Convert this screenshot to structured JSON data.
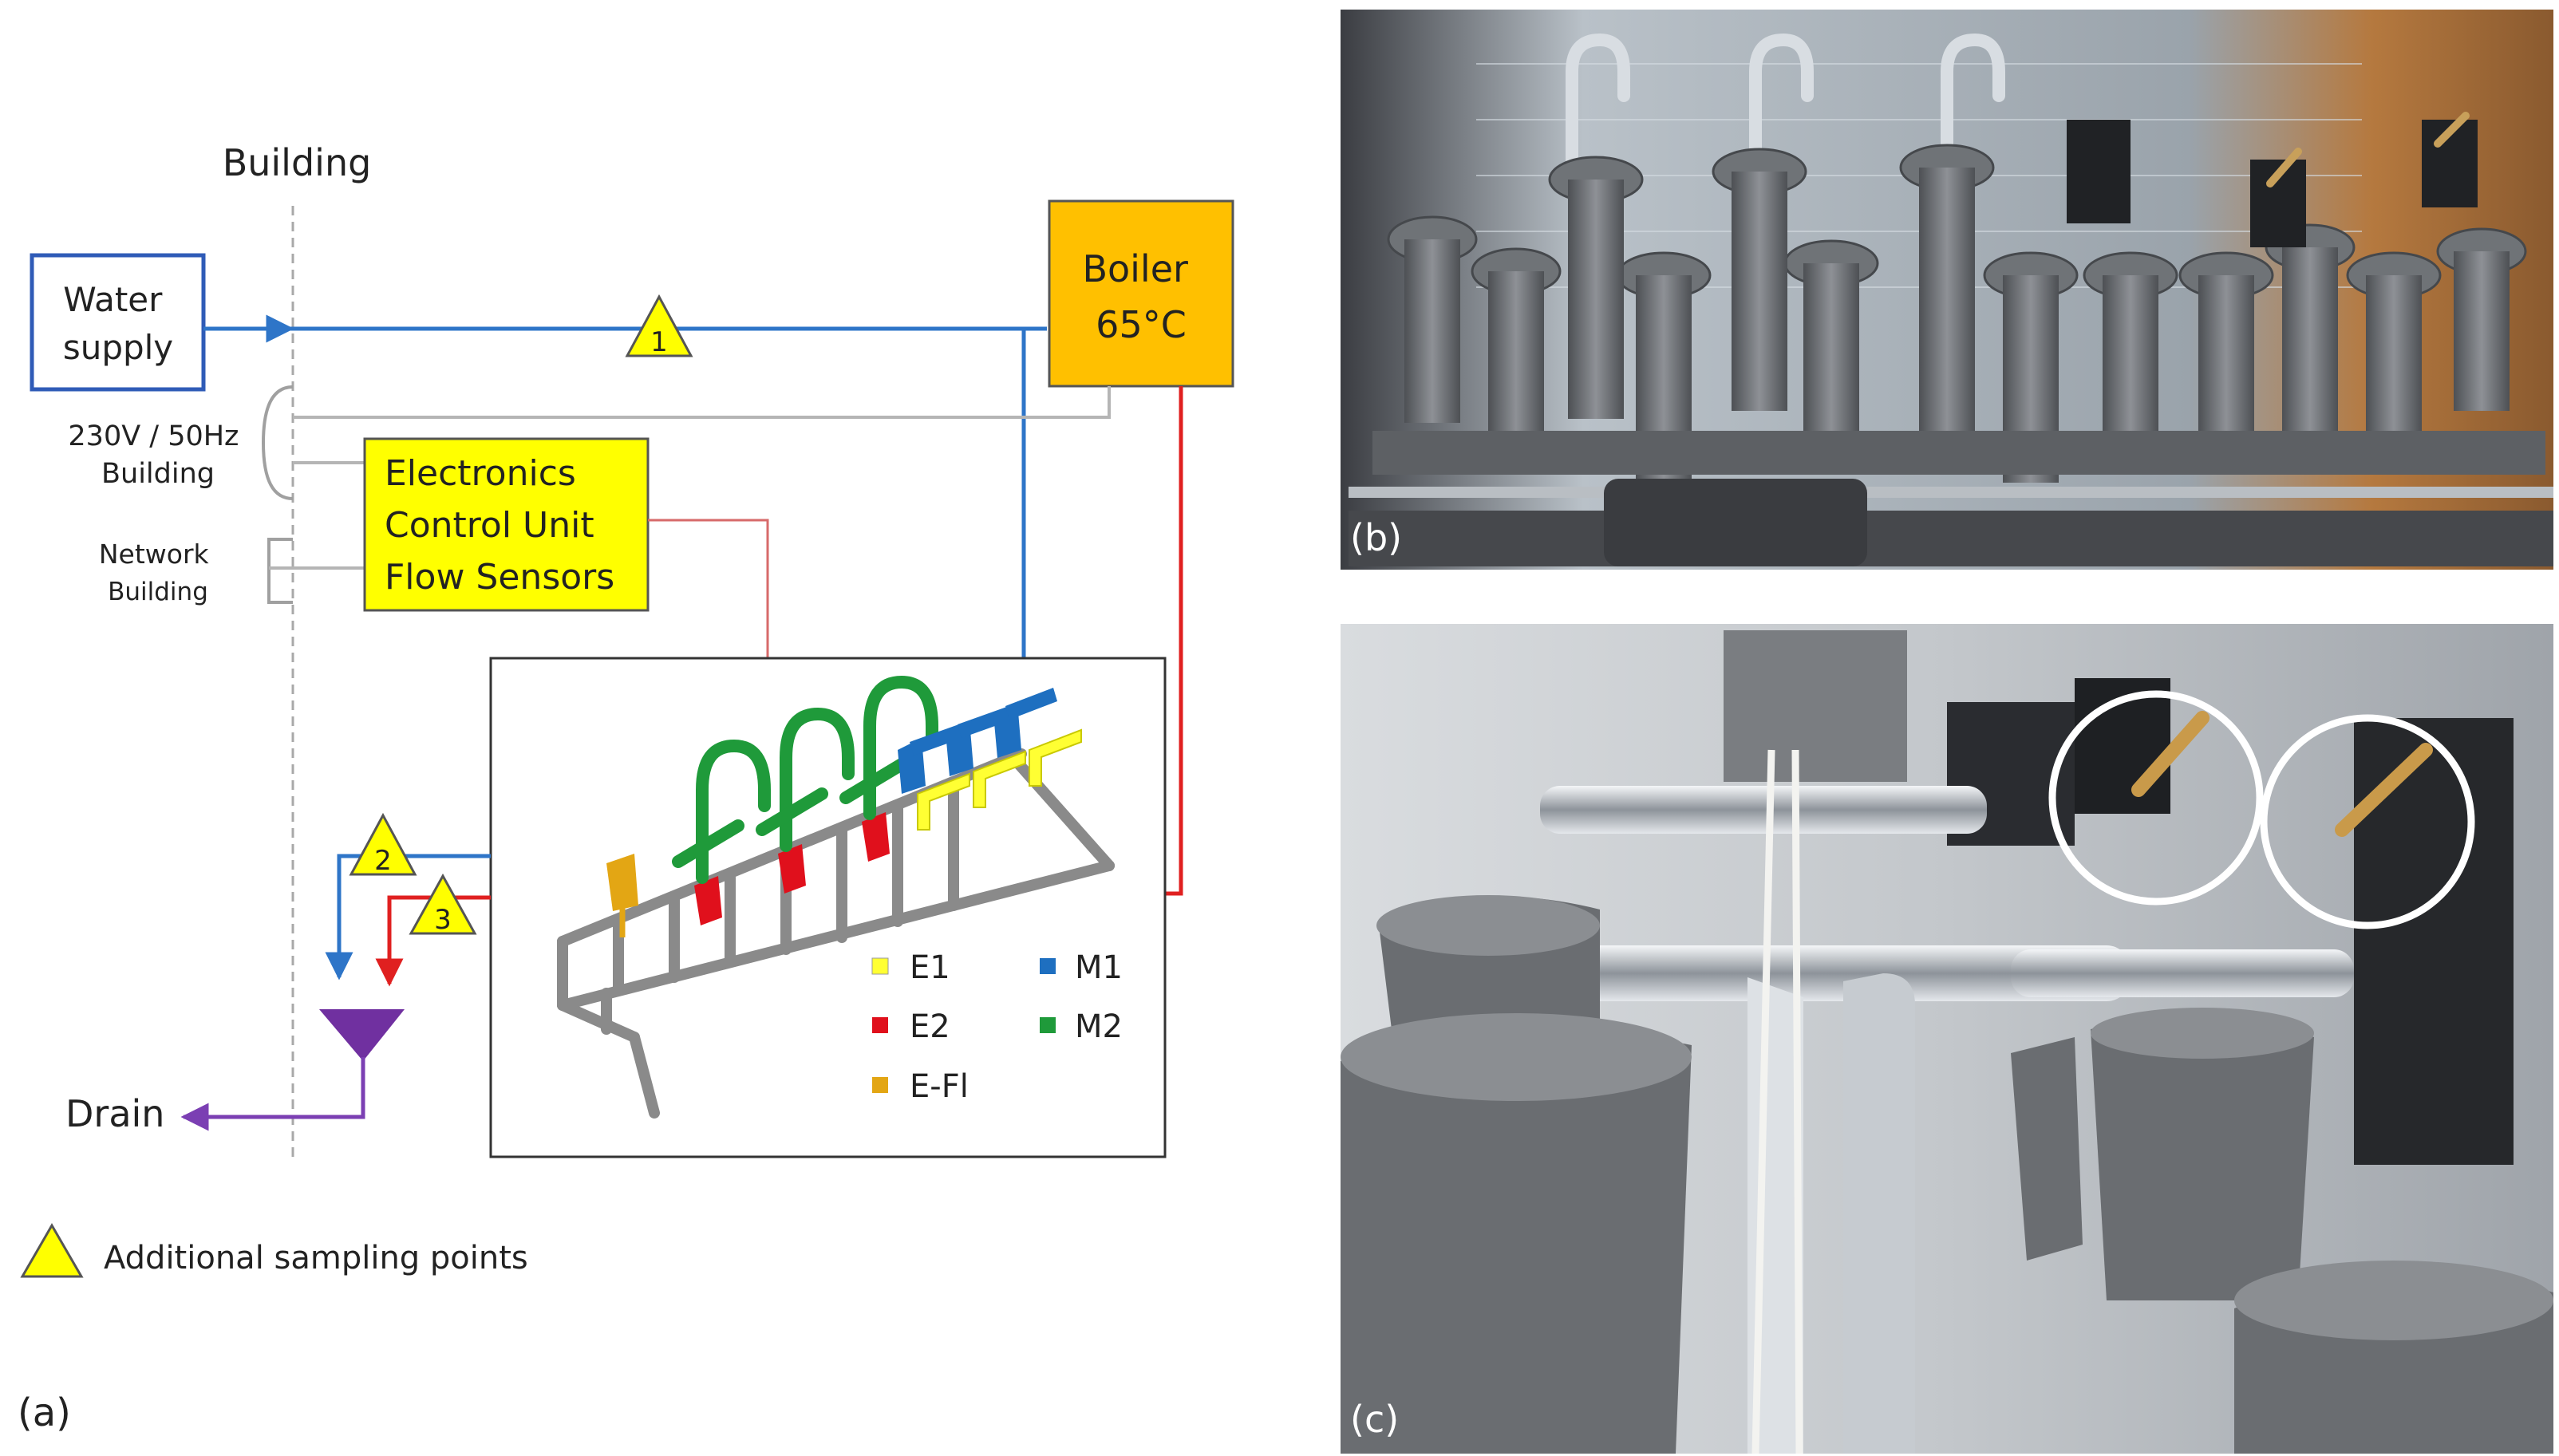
{
  "panel_a": {
    "label": "(a)",
    "building": "Building",
    "water_supply": [
      "Water",
      "supply"
    ],
    "boiler": [
      "Boiler",
      "65°C"
    ],
    "power": [
      "230V / 50Hz",
      "Building"
    ],
    "network": [
      "Network",
      "Building"
    ],
    "electronics": [
      "Electronics",
      "Control Unit",
      "Flow Sensors"
    ],
    "drain": "Drain",
    "sampling_points": [
      "1",
      "2",
      "3"
    ],
    "sampling_legend": "Additional sampling points",
    "legend": [
      {
        "code": "E1",
        "color": "#ffff33"
      },
      {
        "code": "M1",
        "color": "#1e6fc0"
      },
      {
        "code": "E2",
        "color": "#e0101c"
      },
      {
        "code": "M2",
        "color": "#1f9a3a"
      },
      {
        "code": "E-Fl",
        "color": "#e3a614"
      }
    ],
    "colors": {
      "cold": "#2e75c8",
      "hot": "#e02020",
      "drain": "#7b3fb3",
      "box": "#ffff00",
      "boiler": "#ffc000"
    }
  },
  "panel_b": {
    "label": "(b)"
  },
  "panel_c": {
    "label": "(c)"
  }
}
